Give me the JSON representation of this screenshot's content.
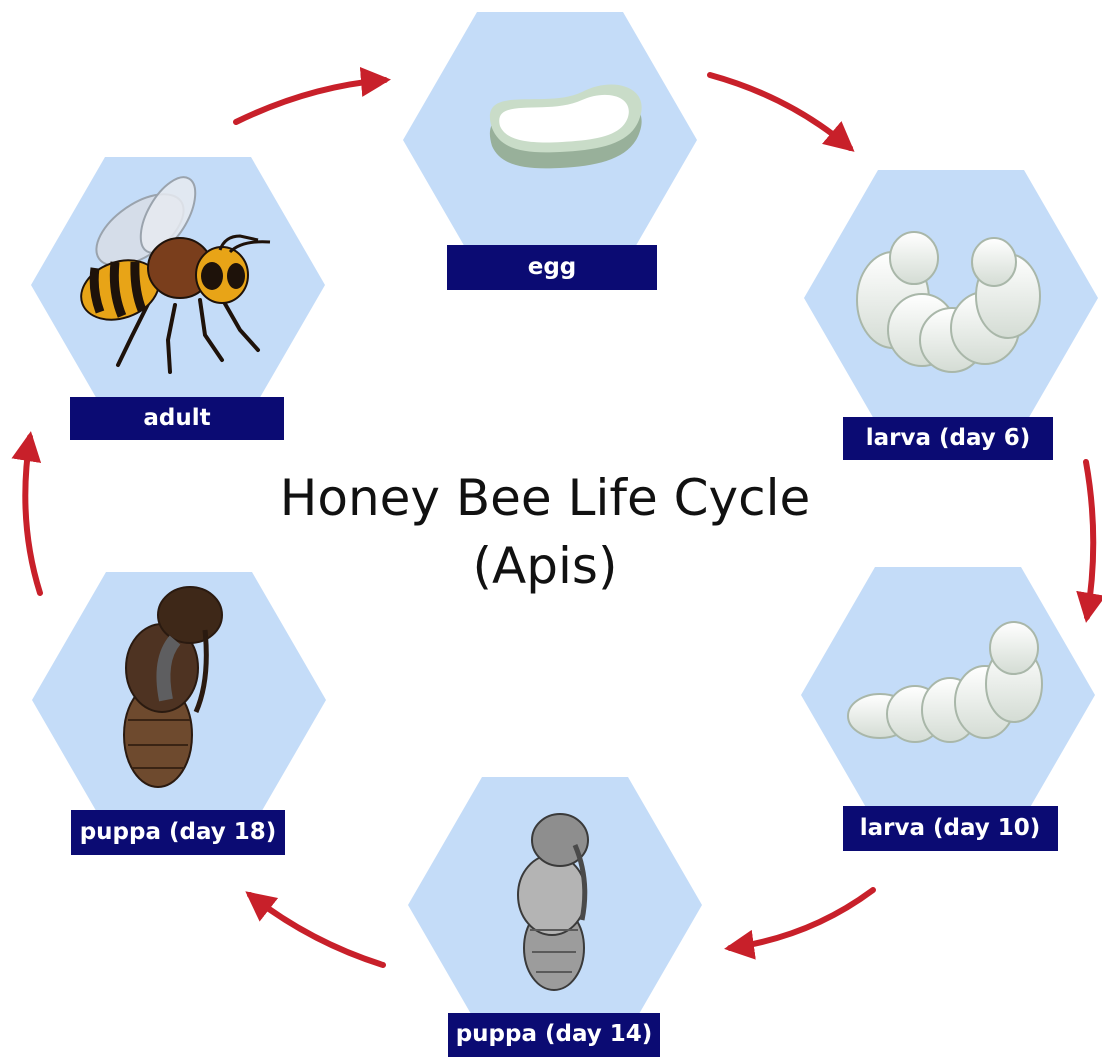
{
  "title": {
    "line1": "Honey Bee Life Cycle",
    "line2": "(Apis)"
  },
  "stages": {
    "egg": {
      "label": "egg",
      "icon": "egg-icon"
    },
    "larva6": {
      "label": "larva (day 6)",
      "icon": "curled-larva-icon"
    },
    "larva10": {
      "label": "larva (day 10)",
      "icon": "larva-icon"
    },
    "pupa14": {
      "label": "puppa (day 14)",
      "icon": "grey-pupa-icon"
    },
    "pupa18": {
      "label": "puppa (day 18)",
      "icon": "brown-pupa-icon"
    },
    "adult": {
      "label": "adult",
      "icon": "honey-bee-icon"
    }
  },
  "colors": {
    "hexagon": "#c4dcf8",
    "label_bg": "#0b0b73",
    "arrow": "#c8202a"
  }
}
